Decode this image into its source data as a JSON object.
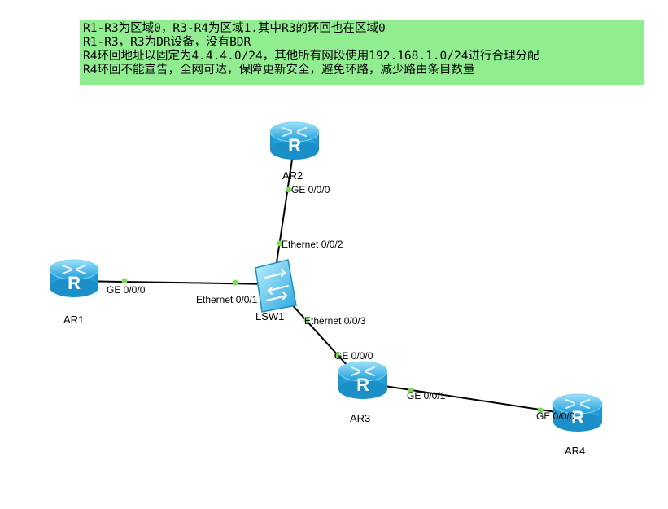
{
  "notes": [
    "R1-R3为区域0，R3-R4为区域1.其中R3的环回也在区域0",
    "R1-R3，R3为DR设备，没有BDR",
    "R4环回地址以固定为4.4.4.0/24，其他所有网段使用192.168.1.0/24进行合理分配",
    "R4环回不能宣告，全网可达，保障更新安全，避免环路，减少路由条目数量"
  ],
  "devices": {
    "ar1": "AR1",
    "ar2": "AR2",
    "ar3": "AR3",
    "ar4": "AR4",
    "lsw1": "LSW1"
  },
  "ports": {
    "ar1_ge": "GE 0/0/0",
    "lsw_e1": "Ethernet 0/0/1",
    "ar2_ge": "GE 0/0/0",
    "lsw_e2": "Ethernet 0/0/2",
    "lsw_e3": "Ethernet 0/0/3",
    "ar3_ge0": "GE 0/0/0",
    "ar3_ge1": "GE 0/0/1",
    "ar4_ge": "GE 0/0/0"
  },
  "colors": {
    "note_bg": "#90ee90",
    "link": "#000000",
    "port_dot": "#7ed957",
    "router_body": "#29a9e0"
  },
  "icons": {
    "router": "router-icon",
    "switch": "switch-icon"
  }
}
